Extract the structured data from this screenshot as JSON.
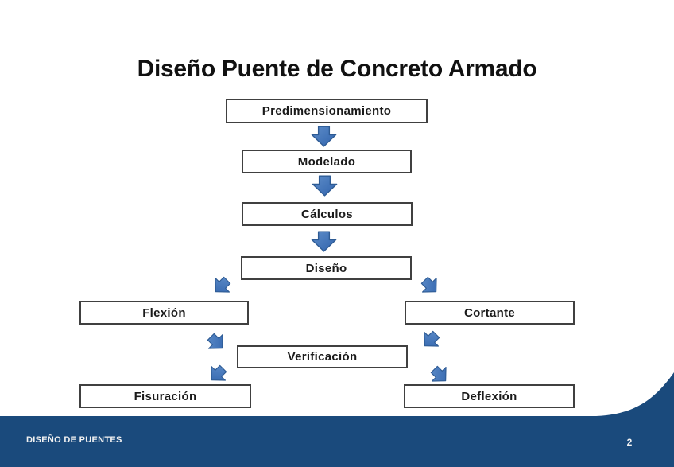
{
  "slide": {
    "title": "Diseño Puente de Concreto Armado",
    "flowchart": {
      "nodes": [
        {
          "label": "Predimensionamiento"
        },
        {
          "label": "Modelado"
        },
        {
          "label": "Cálculos"
        },
        {
          "label": "Diseño"
        },
        {
          "label": "Flexión"
        },
        {
          "label": "Cortante"
        },
        {
          "label": "Verificación"
        },
        {
          "label": "Fisuración"
        },
        {
          "label": "Deflexión"
        }
      ],
      "edges": [
        {
          "from": "Predimensionamiento",
          "to": "Modelado",
          "direction": "down"
        },
        {
          "from": "Modelado",
          "to": "Cálculos",
          "direction": "down"
        },
        {
          "from": "Cálculos",
          "to": "Diseño",
          "direction": "down"
        },
        {
          "from": "Diseño",
          "to": "Flexión",
          "direction": "down-left"
        },
        {
          "from": "Diseño",
          "to": "Cortante",
          "direction": "down-right"
        },
        {
          "from": "Flexión",
          "to": "Verificación",
          "direction": "down-right"
        },
        {
          "from": "Cortante",
          "to": "Verificación",
          "direction": "down-left"
        },
        {
          "from": "Verificación",
          "to": "Fisuración",
          "direction": "down-left"
        },
        {
          "from": "Verificación",
          "to": "Deflexión",
          "direction": "down-right"
        }
      ]
    },
    "footer": {
      "label": "DISEÑO DE PUENTES",
      "page_number": "2"
    },
    "colors": {
      "footer_bg": "#1A4A7C",
      "arrow_fill_light": "#5E8DC9",
      "arrow_fill_dark": "#3063AC",
      "arrow_stroke": "#2E5B94",
      "box_border": "#404040"
    }
  }
}
